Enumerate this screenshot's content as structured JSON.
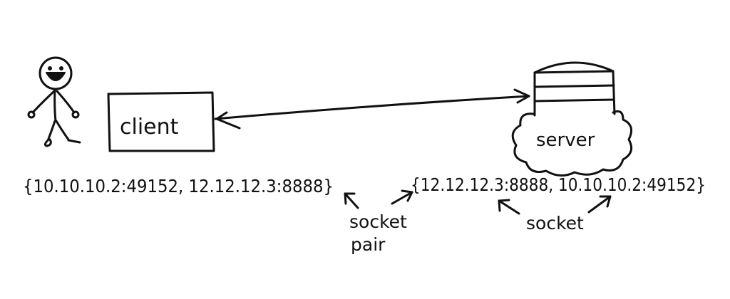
{
  "client": {
    "label": "client"
  },
  "server": {
    "label": "server"
  },
  "client_socket_pair": "{10.10.10.2:49152, 12.12.12.3:8888}",
  "server_socket_pair": "{12.12.12.3:8888, 10.10.10.2:49152}",
  "annotations": {
    "socket_pair_line1": "socket",
    "socket_pair_line2": "pair",
    "socket_label": "socket"
  },
  "colors": {
    "ink": "#111111",
    "background": "#ffffff"
  }
}
